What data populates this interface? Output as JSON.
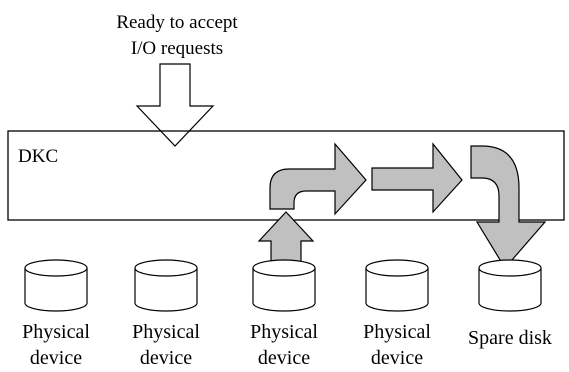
{
  "caption": {
    "line1": "Ready to accept",
    "line2": "I/O requests"
  },
  "controller": {
    "label": "DKC"
  },
  "devices": [
    {
      "line1": "Physical",
      "line2": "device"
    },
    {
      "line1": "Physical",
      "line2": "device"
    },
    {
      "line1": "Physical",
      "line2": "device"
    },
    {
      "line1": "Physical",
      "line2": "device"
    },
    {
      "line1": "Spare disk",
      "line2": ""
    }
  ],
  "colors": {
    "stroke": "#000000",
    "arrow_fill": "#c0c0c0",
    "background": "#ffffff"
  }
}
